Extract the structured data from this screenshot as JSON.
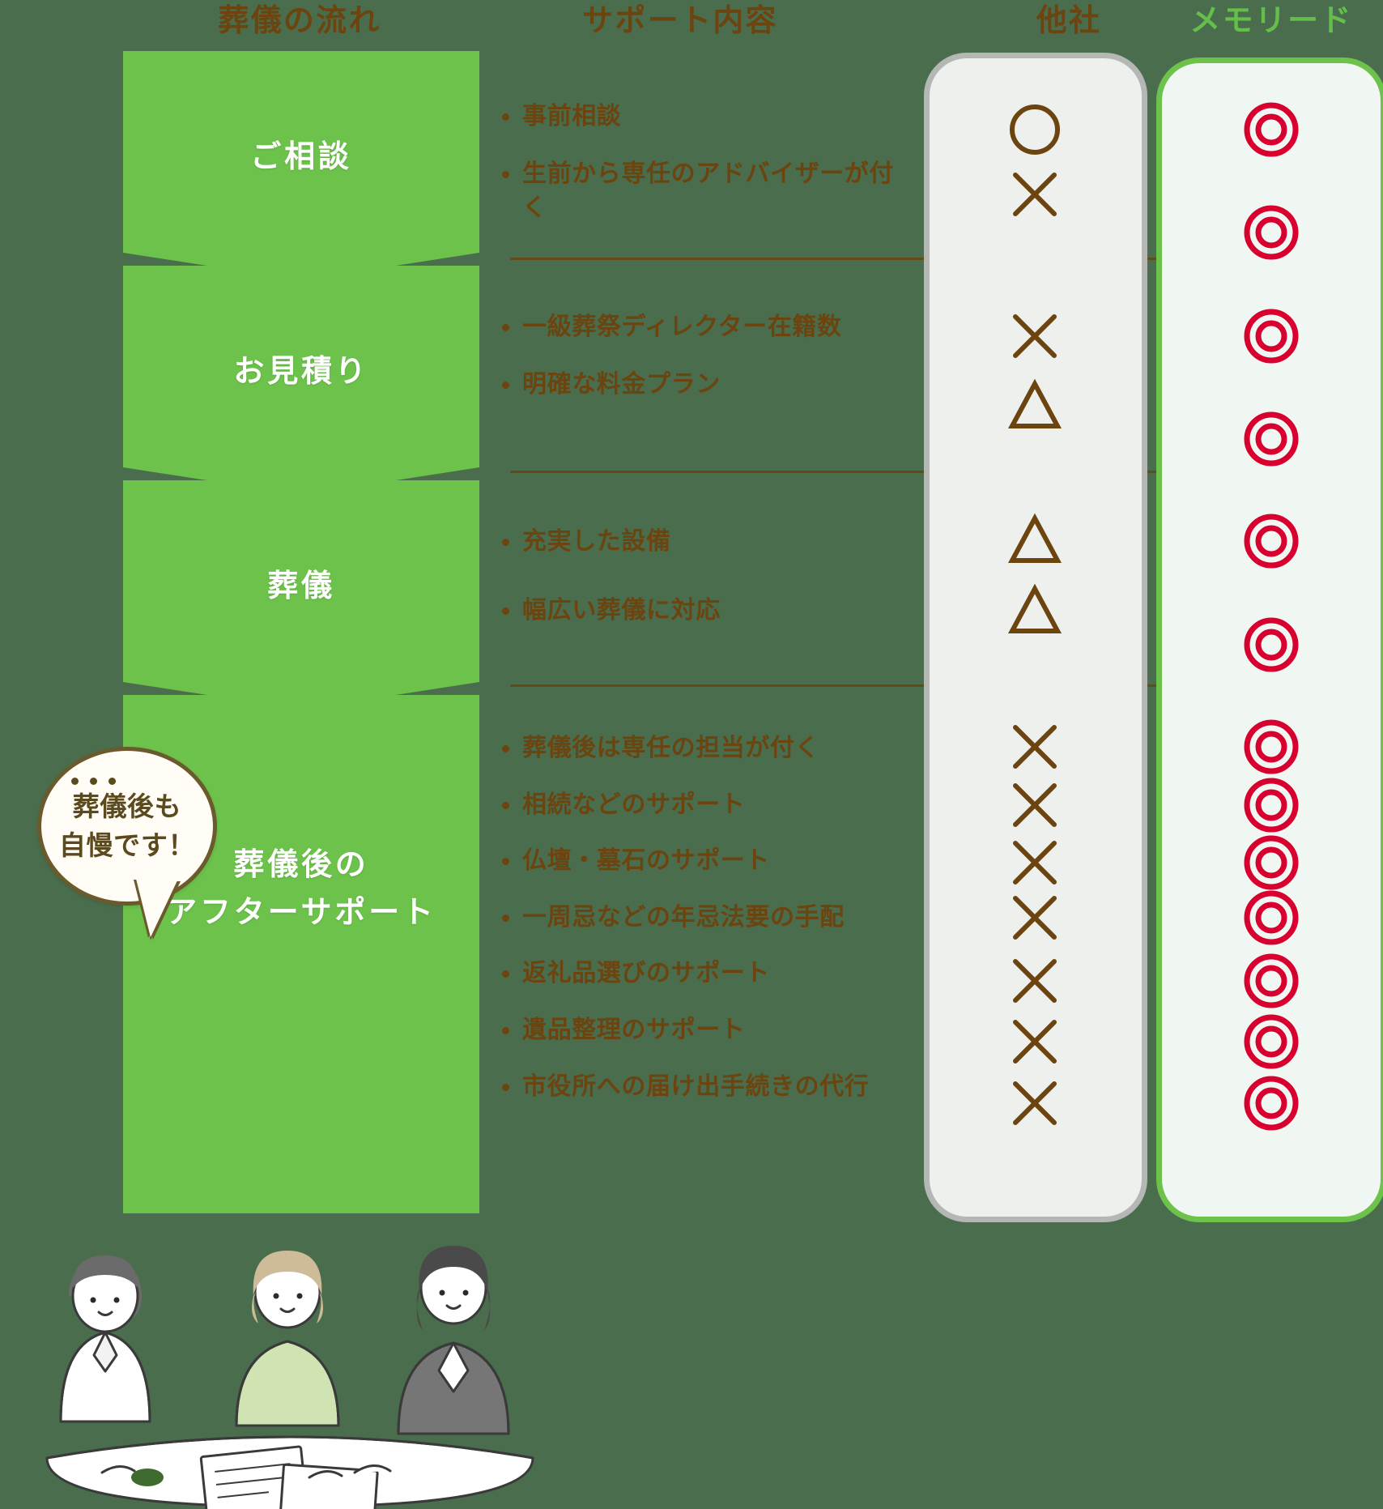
{
  "headers": {
    "flow": "葬儀の流れ",
    "support": "サポート内容",
    "other": "他社",
    "brand": "メモリード"
  },
  "colors": {
    "background": "#4a6e4d",
    "flow_green": "#6cc24a",
    "text_brown": "#6b4410",
    "brand_green": "#6cc24a",
    "mark_red": "#d7002e",
    "other_panel": "#eef0ee",
    "brand_panel": "#f0f7f2"
  },
  "flow_steps": [
    {
      "label": "ご相談"
    },
    {
      "label": "お見積り"
    },
    {
      "label": "葬儀"
    },
    {
      "label": "葬儀後の\nアフターサポート"
    }
  ],
  "support_groups": [
    {
      "step": "ご相談",
      "items": [
        "事前相談",
        "生前から専任のアドバイザーが付く"
      ]
    },
    {
      "step": "お見積り",
      "items": [
        "一級葬祭ディレクター在籍数",
        "明確な料金プラン"
      ]
    },
    {
      "step": "葬儀",
      "items": [
        "充実した設備",
        "幅広い葬儀に対応"
      ]
    },
    {
      "step": "葬儀後のアフターサポート",
      "items": [
        "葬儀後は専任の担当が付く",
        "相続などのサポート",
        "仏壇・墓石のサポート",
        "一周忌などの年忌法要の手配",
        "返礼品選びのサポート",
        "遺品整理のサポート",
        "市役所への届け出手続きの代行"
      ]
    }
  ],
  "other_marks": [
    {
      "symbol": "circle",
      "label": "○"
    },
    {
      "symbol": "cross",
      "label": "×"
    },
    {
      "symbol": "cross",
      "label": "×"
    },
    {
      "symbol": "triangle",
      "label": "△"
    },
    {
      "symbol": "triangle",
      "label": "△"
    },
    {
      "symbol": "triangle",
      "label": "△"
    },
    {
      "symbol": "cross",
      "label": "×"
    },
    {
      "symbol": "cross",
      "label": "×"
    },
    {
      "symbol": "cross",
      "label": "×"
    },
    {
      "symbol": "cross",
      "label": "×"
    },
    {
      "symbol": "cross",
      "label": "×"
    },
    {
      "symbol": "cross",
      "label": "×"
    },
    {
      "symbol": "cross",
      "label": "×"
    }
  ],
  "brand_marks": [
    {
      "symbol": "double-circle",
      "label": "◎"
    },
    {
      "symbol": "double-circle",
      "label": "◎"
    },
    {
      "symbol": "double-circle",
      "label": "◎"
    },
    {
      "symbol": "double-circle",
      "label": "◎"
    },
    {
      "symbol": "double-circle",
      "label": "◎"
    },
    {
      "symbol": "double-circle",
      "label": "◎"
    },
    {
      "symbol": "double-circle",
      "label": "◎"
    },
    {
      "symbol": "double-circle",
      "label": "◎"
    },
    {
      "symbol": "double-circle",
      "label": "◎"
    },
    {
      "symbol": "double-circle",
      "label": "◎"
    },
    {
      "symbol": "double-circle",
      "label": "◎"
    },
    {
      "symbol": "double-circle",
      "label": "◎"
    },
    {
      "symbol": "double-circle",
      "label": "◎"
    }
  ],
  "bubble": {
    "text": "葬儀後も\n自慢です！"
  }
}
